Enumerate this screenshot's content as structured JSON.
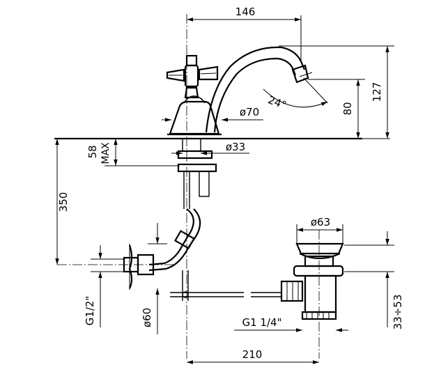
{
  "dimensions": {
    "spout_reach": "146",
    "total_height": "127",
    "spout_height": "80",
    "swivel_angle": "24°",
    "base_diameter": "ø70",
    "hole_diameter": "ø33",
    "deck_thickness": "58",
    "deck_thickness_note": "MAX",
    "tail_length": "350",
    "inlet_thread": "G1/2\"",
    "rosette_diameter": "ø60",
    "waste_top_diameter": "ø63",
    "waste_thread": "G1  1/4\"",
    "waste_range": "33÷53",
    "center_distance": "210"
  },
  "colors": {
    "line": "#000000",
    "background": "#ffffff"
  }
}
